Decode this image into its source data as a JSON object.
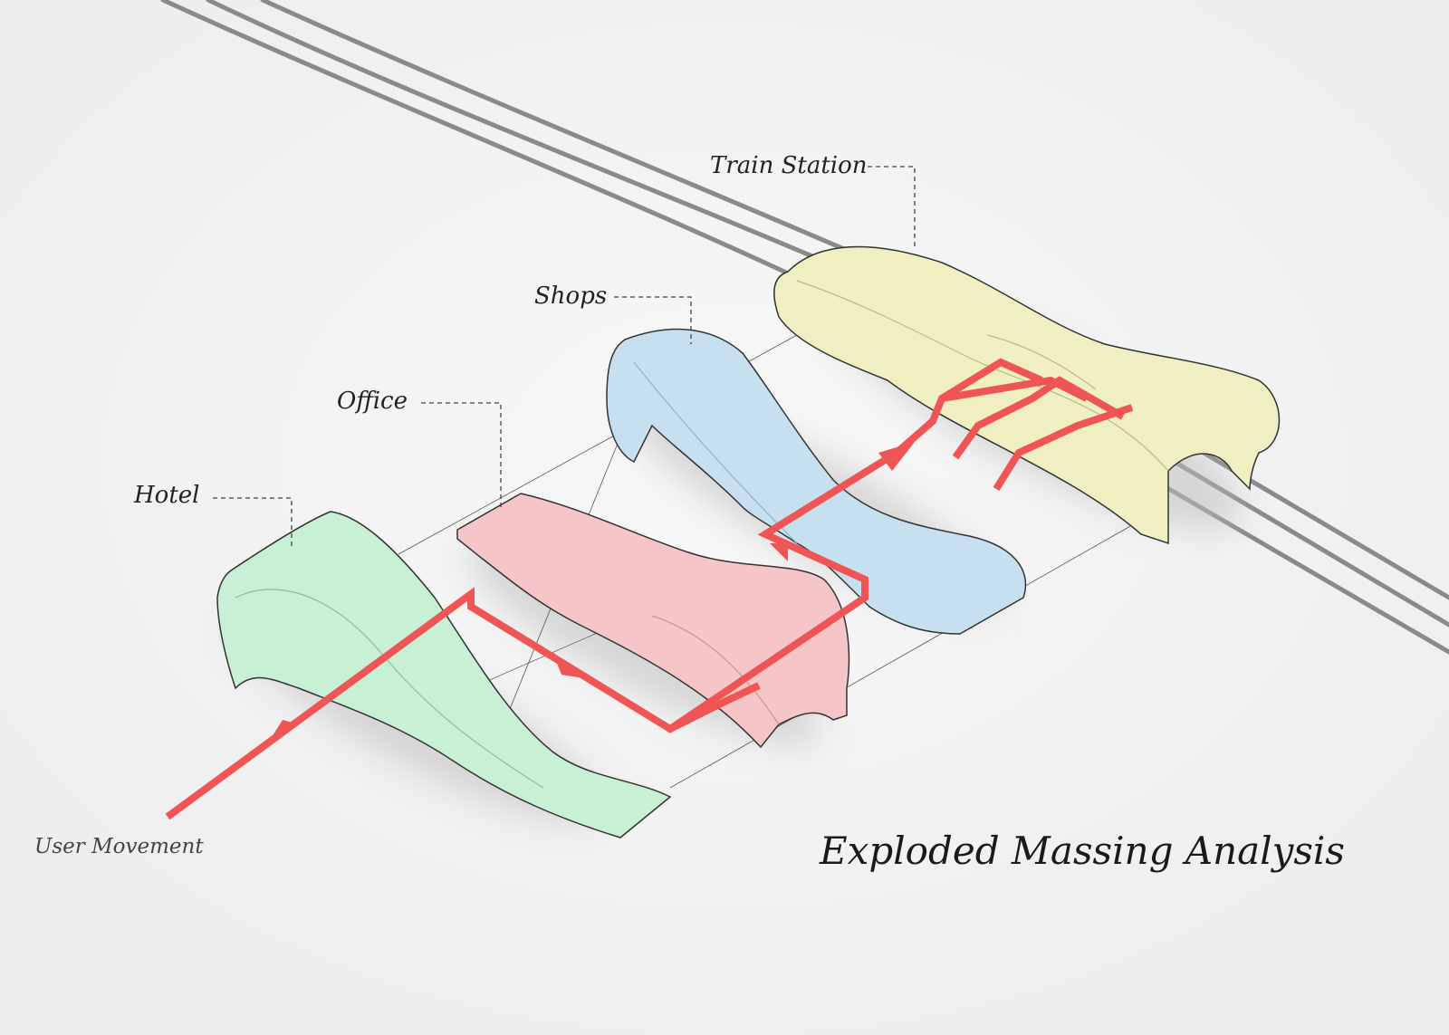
{
  "title": "Exploded Massing Analysis",
  "legend": {
    "movement_label": "User Movement",
    "movement_color": "#ef5555"
  },
  "volumes": [
    {
      "id": "hotel",
      "label": "Hotel",
      "color": "#c7f0d4"
    },
    {
      "id": "office",
      "label": "Office",
      "color": "#f5c5c8"
    },
    {
      "id": "shops",
      "label": "Shops",
      "color": "#c6e0ef"
    },
    {
      "id": "train",
      "label": "Train Station",
      "color": "#efefc2"
    }
  ],
  "rail_color": "#8a8a8a"
}
